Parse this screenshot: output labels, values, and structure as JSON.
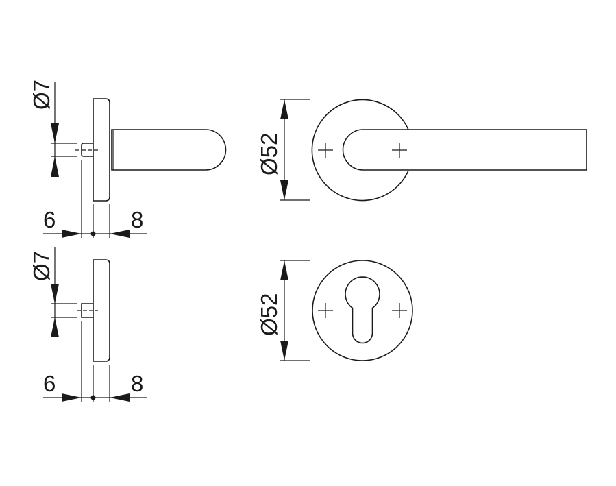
{
  "drawing": {
    "lever_side_view": {
      "pin_diameter_label": "Ø7",
      "left_dimension_label": "6",
      "right_dimension_label": "8"
    },
    "lever_front_view": {
      "rose_diameter_label": "Ø52"
    },
    "escutcheon_side_view": {
      "pin_diameter_label": "Ø7",
      "left_dimension_label": "6",
      "right_dimension_label": "8"
    },
    "escutcheon_front_view": {
      "rose_diameter_label": "Ø52"
    },
    "line_color": "#1a1a1a",
    "background_color": "#ffffff"
  }
}
